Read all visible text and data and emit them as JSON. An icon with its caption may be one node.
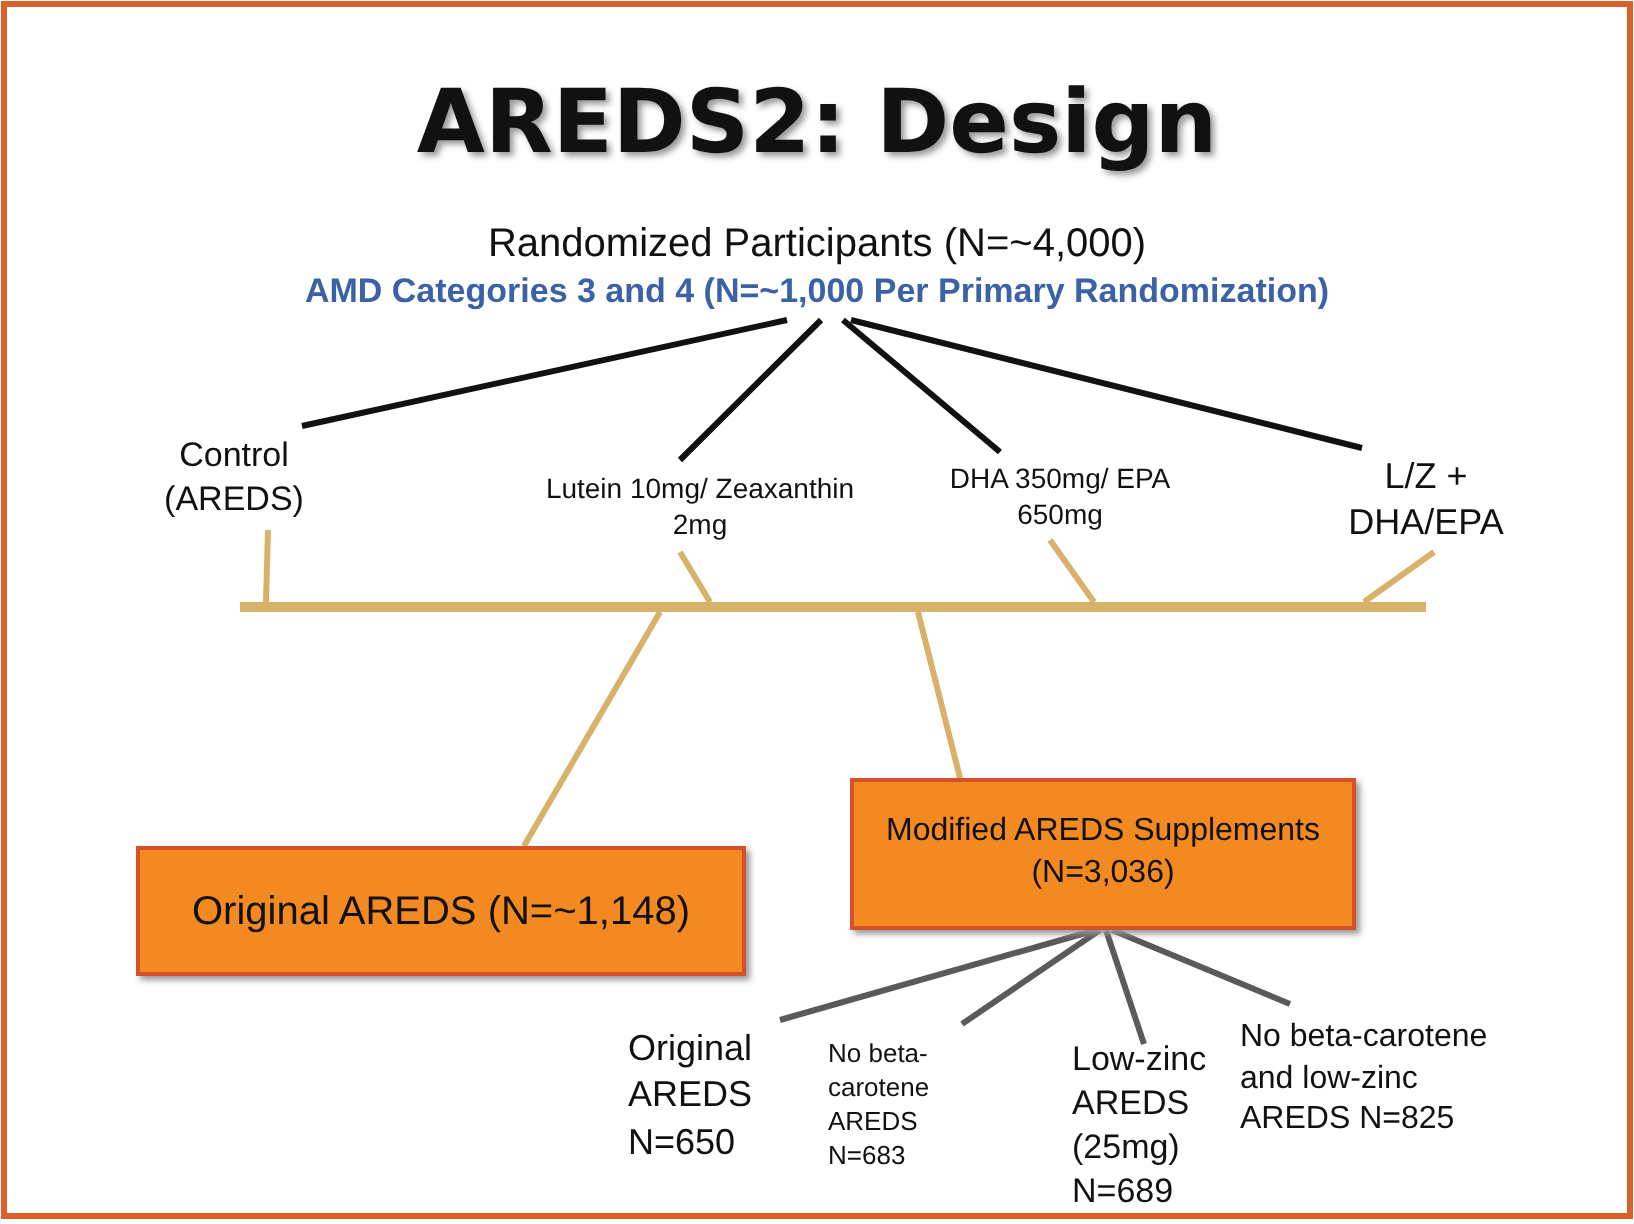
{
  "diagram": {
    "title": "AREDS2: Design",
    "nodes": [
      {
        "text": [
          "Randomized Participants (N=~4,000)",
          "AMD Categories 3 and 4 (N=~1,000 Per Primary Randomization)"
        ]
      },
      {
        "text": [
          "Control (AREDS)"
        ]
      },
      {
        "text": [
          "Lutein 10mg/ Zeaxanthin 2mg"
        ]
      },
      {
        "text": [
          "DHA 350mg/ EPA 650mg"
        ]
      },
      {
        "text": [
          "L/Z + DHA/EPA"
        ]
      },
      {
        "text": [],
        "shape": "bar"
      },
      {
        "text": [
          "Original AREDS (N=~1,148)"
        ]
      },
      {
        "text": [
          "Modified AREDS Supplements (N=3,036)"
        ]
      },
      {
        "text": [
          "Original AREDS N=650"
        ]
      },
      {
        "text": [
          "No beta-carotene AREDS N=683"
        ]
      },
      {
        "text": [
          "Low-zinc AREDS (25mg) N=689"
        ]
      },
      {
        "text": [
          "No beta-carotene and low-zinc AREDS N=825"
        ]
      }
    ],
    "edges": [
      {
        "from": 0,
        "to": 1,
        "arrow": "none",
        "color": "#111111"
      },
      {
        "from": 0,
        "to": 2,
        "arrow": "none",
        "color": "#111111"
      },
      {
        "from": 0,
        "to": 3,
        "arrow": "none",
        "color": "#111111"
      },
      {
        "from": 0,
        "to": 4,
        "arrow": "none",
        "color": "#111111"
      },
      {
        "from": 1,
        "to": 5,
        "arrow": "none"
      },
      {
        "from": 2,
        "to": 5,
        "arrow": "none"
      },
      {
        "from": 3,
        "to": 5,
        "arrow": "none"
      },
      {
        "from": 4,
        "to": 5,
        "arrow": "none"
      },
      {
        "from": 5,
        "to": 6,
        "arrow": "none"
      },
      {
        "from": 5,
        "to": 7,
        "arrow": "none"
      },
      {
        "from": 7,
        "to": 8,
        "arrow": "none",
        "color": "#5a5a5a"
      },
      {
        "from": 7,
        "to": 9,
        "arrow": "none",
        "color": "#5a5a5a"
      },
      {
        "from": 7,
        "to": 10,
        "arrow": "none",
        "color": "#5a5a5a"
      },
      {
        "from": 7,
        "to": 11,
        "arrow": "none",
        "color": "#5a5a5a"
      }
    ]
  }
}
